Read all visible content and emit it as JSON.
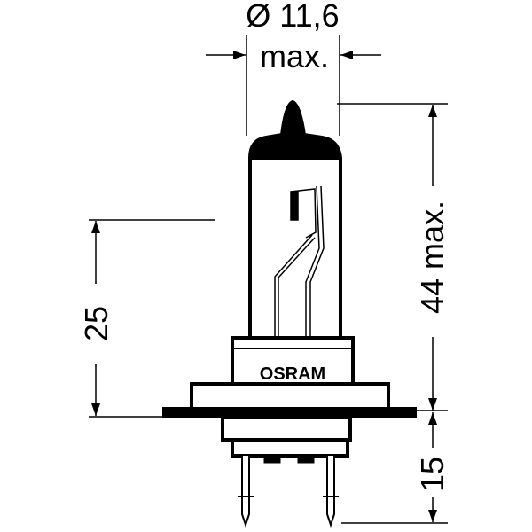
{
  "labels": {
    "diameter": "Ø 11,6",
    "diameter_note": "max.",
    "overall_length": "44 max.",
    "light_center_height": "25",
    "base_length": "15",
    "brand": "OSRAM"
  },
  "colors": {
    "line": "#000000",
    "background": "#ffffff"
  }
}
